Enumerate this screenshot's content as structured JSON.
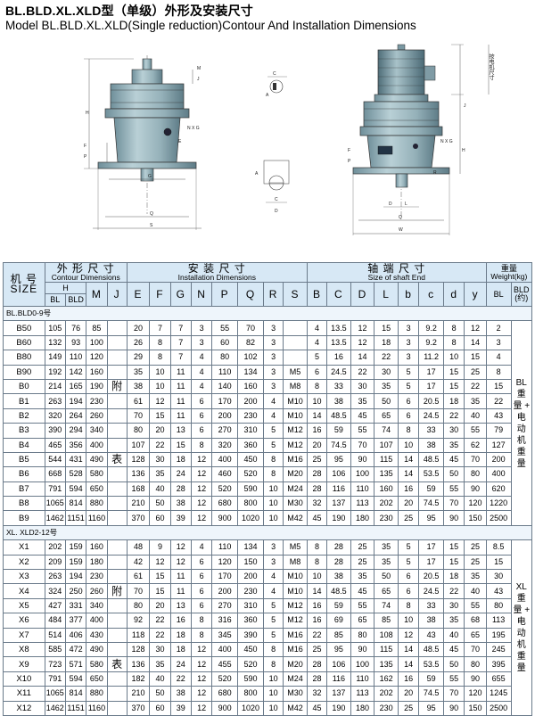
{
  "title_zh": "BL.BLD.XL.XLD型（单级）外形及安装尺寸",
  "title_en": "Model BL.BLD.XL.XLD(Single reduction)Contour And Installation Dimensions",
  "drawing_labels": {
    "motor_dim": "按电机尺寸",
    "nxg": "N X G",
    "nxg2": "N X G",
    "letters": [
      "M",
      "J",
      "F",
      "P",
      "H",
      "E",
      "Q",
      "S",
      "G",
      "W",
      "R",
      "A",
      "C",
      "D",
      "A",
      "D",
      "L",
      "I",
      "J"
    ]
  },
  "header": {
    "model_zh": "机 号",
    "model_en": "SIZE",
    "contour_zh": "外 形 尺 寸",
    "contour_en": "Contour Dimensions",
    "install_zh": "安 装 尺 寸",
    "install_en": "Installation Dimensions",
    "shaft_zh": "轴 端 尺 寸",
    "shaft_en": "Size of shaft End",
    "weight_zh": "重量",
    "weight_en": "Weight(kg)",
    "H": "H",
    "BL": "BL",
    "BLD": "BLD",
    "M": "M",
    "J": "J",
    "install_cols": [
      "E",
      "F",
      "G",
      "N",
      "P",
      "Q",
      "R",
      "S"
    ],
    "shaft_cols": [
      "B",
      "C",
      "D",
      "L",
      "b",
      "c",
      "d",
      "y"
    ],
    "w_BL": "BL",
    "w_BLD": "BLD",
    "w_BLD2": "(约)"
  },
  "group1": {
    "label": "BL.BLD0-9号",
    "mark1": "附",
    "mark2": "表",
    "side": "BL\n重\n量\n+\n电\n动\n机\n重\n量",
    "rows": [
      [
        "B50",
        "105",
        "76",
        "85",
        "",
        "20",
        "7",
        "7",
        "3",
        "55",
        "70",
        "3",
        "",
        "4",
        "13.5",
        "12",
        "15",
        "3",
        "9.2",
        "8",
        "12",
        "2"
      ],
      [
        "B60",
        "132",
        "93",
        "100",
        "",
        "26",
        "8",
        "7",
        "3",
        "60",
        "82",
        "3",
        "",
        "4",
        "13.5",
        "12",
        "18",
        "3",
        "9.2",
        "8",
        "14",
        "3"
      ],
      [
        "B80",
        "149",
        "110",
        "120",
        "",
        "29",
        "8",
        "7",
        "4",
        "80",
        "102",
        "3",
        "",
        "5",
        "16",
        "14",
        "22",
        "3",
        "11.2",
        "10",
        "15",
        "4"
      ],
      [
        "B90",
        "192",
        "142",
        "160",
        "",
        "35",
        "10",
        "11",
        "4",
        "110",
        "134",
        "3",
        "M5",
        "6",
        "24.5",
        "22",
        "30",
        "5",
        "17",
        "15",
        "25",
        "8"
      ],
      [
        "B0",
        "214",
        "165",
        "190",
        "",
        "38",
        "10",
        "11",
        "4",
        "140",
        "160",
        "3",
        "M8",
        "8",
        "33",
        "30",
        "35",
        "5",
        "17",
        "15",
        "22",
        "15"
      ],
      [
        "B1",
        "263",
        "194",
        "230",
        "",
        "61",
        "12",
        "11",
        "6",
        "170",
        "200",
        "4",
        "M10",
        "10",
        "38",
        "35",
        "50",
        "6",
        "20.5",
        "18",
        "35",
        "22"
      ],
      [
        "B2",
        "320",
        "264",
        "260",
        "",
        "70",
        "15",
        "11",
        "6",
        "200",
        "230",
        "4",
        "M10",
        "14",
        "48.5",
        "45",
        "65",
        "6",
        "24.5",
        "22",
        "40",
        "43"
      ],
      [
        "B3",
        "390",
        "294",
        "340",
        "",
        "80",
        "20",
        "13",
        "6",
        "270",
        "310",
        "5",
        "M12",
        "16",
        "59",
        "55",
        "74",
        "8",
        "33",
        "30",
        "55",
        "79"
      ],
      [
        "B4",
        "465",
        "356",
        "400",
        "",
        "107",
        "22",
        "15",
        "8",
        "320",
        "360",
        "5",
        "M12",
        "20",
        "74.5",
        "70",
        "107",
        "10",
        "38",
        "35",
        "62",
        "127"
      ],
      [
        "B5",
        "544",
        "431",
        "490",
        "",
        "128",
        "30",
        "18",
        "12",
        "400",
        "450",
        "8",
        "M16",
        "25",
        "95",
        "90",
        "115",
        "14",
        "48.5",
        "45",
        "70",
        "200"
      ],
      [
        "B6",
        "668",
        "528",
        "580",
        "",
        "136",
        "35",
        "24",
        "12",
        "460",
        "520",
        "8",
        "M20",
        "28",
        "106",
        "100",
        "135",
        "14",
        "53.5",
        "50",
        "80",
        "400"
      ],
      [
        "B7",
        "791",
        "594",
        "650",
        "",
        "168",
        "40",
        "28",
        "12",
        "520",
        "590",
        "10",
        "M24",
        "28",
        "116",
        "110",
        "160",
        "16",
        "59",
        "55",
        "90",
        "620"
      ],
      [
        "B8",
        "1065",
        "814",
        "880",
        "",
        "210",
        "50",
        "38",
        "12",
        "680",
        "800",
        "10",
        "M30",
        "32",
        "137",
        "113",
        "202",
        "20",
        "74.5",
        "70",
        "120",
        "1220"
      ],
      [
        "B9",
        "1462",
        "1151",
        "1160",
        "",
        "370",
        "60",
        "39",
        "12",
        "900",
        "1020",
        "10",
        "M42",
        "45",
        "190",
        "180",
        "230",
        "25",
        "95",
        "90",
        "150",
        "2500"
      ]
    ]
  },
  "group2": {
    "label": "XL. XLD2-12号",
    "mark1": "附",
    "mark2": "表",
    "side": "XL\n重\n量\n+\n电\n动\n机\n重\n量",
    "rows": [
      [
        "X1",
        "202",
        "159",
        "160",
        "",
        "48",
        "9",
        "12",
        "4",
        "110",
        "134",
        "3",
        "M5",
        "8",
        "28",
        "25",
        "35",
        "5",
        "17",
        "15",
        "25",
        "8.5"
      ],
      [
        "X2",
        "209",
        "159",
        "180",
        "",
        "42",
        "12",
        "12",
        "6",
        "120",
        "150",
        "3",
        "M8",
        "8",
        "28",
        "25",
        "35",
        "5",
        "17",
        "15",
        "25",
        "15"
      ],
      [
        "X3",
        "263",
        "194",
        "230",
        "",
        "61",
        "15",
        "11",
        "6",
        "170",
        "200",
        "4",
        "M10",
        "10",
        "38",
        "35",
        "50",
        "6",
        "20.5",
        "18",
        "35",
        "30"
      ],
      [
        "X4",
        "324",
        "250",
        "260",
        "",
        "70",
        "15",
        "11",
        "6",
        "200",
        "230",
        "4",
        "M10",
        "14",
        "48.5",
        "45",
        "65",
        "6",
        "24.5",
        "22",
        "40",
        "43"
      ],
      [
        "X5",
        "427",
        "331",
        "340",
        "",
        "80",
        "20",
        "13",
        "6",
        "270",
        "310",
        "5",
        "M12",
        "16",
        "59",
        "55",
        "74",
        "8",
        "33",
        "30",
        "55",
        "80"
      ],
      [
        "X6",
        "484",
        "377",
        "400",
        "",
        "92",
        "22",
        "16",
        "8",
        "316",
        "360",
        "5",
        "M12",
        "16",
        "69",
        "65",
        "85",
        "10",
        "38",
        "35",
        "68",
        "113"
      ],
      [
        "X7",
        "514",
        "406",
        "430",
        "",
        "118",
        "22",
        "18",
        "8",
        "345",
        "390",
        "5",
        "M16",
        "22",
        "85",
        "80",
        "108",
        "12",
        "43",
        "40",
        "65",
        "195"
      ],
      [
        "X8",
        "585",
        "472",
        "490",
        "",
        "128",
        "30",
        "18",
        "12",
        "400",
        "450",
        "8",
        "M16",
        "25",
        "95",
        "90",
        "115",
        "14",
        "48.5",
        "45",
        "70",
        "245"
      ],
      [
        "X9",
        "723",
        "571",
        "580",
        "",
        "136",
        "35",
        "24",
        "12",
        "455",
        "520",
        "8",
        "M20",
        "28",
        "106",
        "100",
        "135",
        "14",
        "53.5",
        "50",
        "80",
        "395"
      ],
      [
        "X10",
        "791",
        "594",
        "650",
        "",
        "182",
        "40",
        "22",
        "12",
        "520",
        "590",
        "10",
        "M24",
        "28",
        "116",
        "110",
        "162",
        "16",
        "59",
        "55",
        "90",
        "655"
      ],
      [
        "X11",
        "1065",
        "814",
        "880",
        "",
        "210",
        "50",
        "38",
        "12",
        "680",
        "800",
        "10",
        "M30",
        "32",
        "137",
        "113",
        "202",
        "20",
        "74.5",
        "70",
        "120",
        "1245"
      ],
      [
        "X12",
        "1462",
        "1151",
        "1160",
        "",
        "370",
        "60",
        "39",
        "12",
        "900",
        "1020",
        "10",
        "M42",
        "45",
        "190",
        "180",
        "230",
        "25",
        "95",
        "90",
        "150",
        "2500"
      ]
    ]
  }
}
